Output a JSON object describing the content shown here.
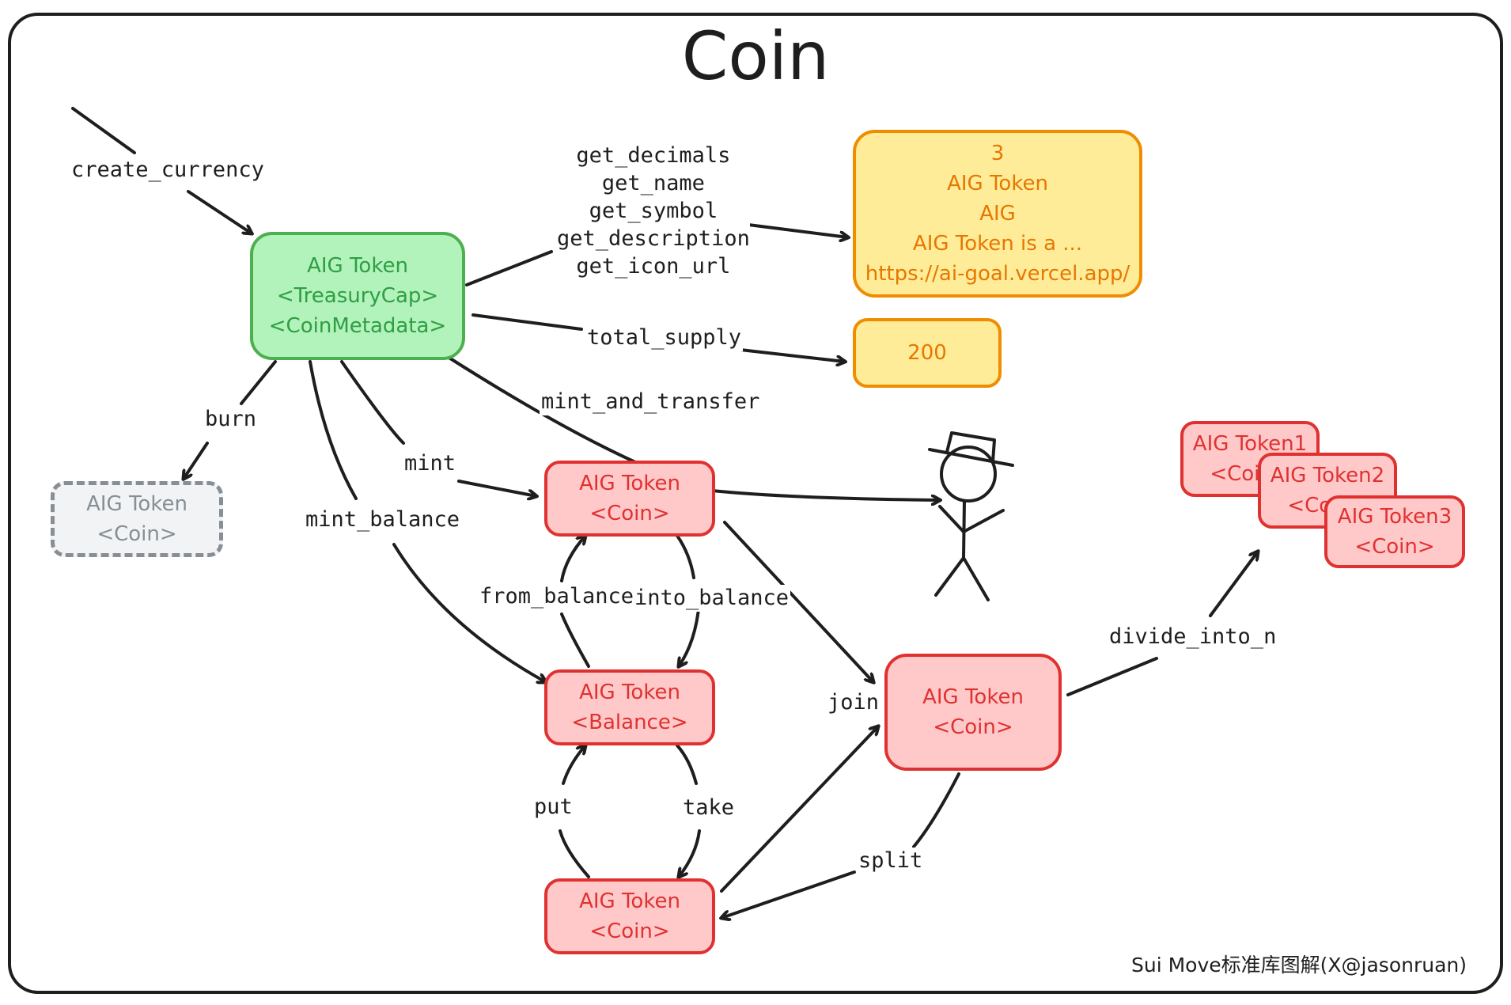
{
  "title": "Coin",
  "nodes": {
    "treasury": [
      "AIG Token",
      "<TreasuryCap>",
      "<CoinMetadata>"
    ],
    "metadata": [
      "3",
      "AIG Token",
      "AIG",
      "AIG Token is a ...",
      "https://ai-goal.vercel.app/"
    ],
    "supply": [
      "200"
    ],
    "burned_coin": [
      "AIG Token",
      "<Coin>"
    ],
    "minted_coin": [
      "AIG Token",
      "<Coin>"
    ],
    "balance": [
      "AIG Token",
      "<Balance>"
    ],
    "bottom_coin": [
      "AIG Token",
      "<Coin>"
    ],
    "joined_coin": [
      "AIG Token",
      "<Coin>"
    ],
    "token1": [
      "AIG Token1",
      "<Coin>"
    ],
    "token2": [
      "AIG Token2",
      "<Coin>"
    ],
    "token3": [
      "AIG Token3",
      "<Coin>"
    ]
  },
  "labels": {
    "create_currency": "create_currency",
    "getters": [
      "get_decimals",
      "get_name",
      "get_symbol",
      "get_description",
      "get_icon_url"
    ],
    "total_supply": "total_supply",
    "mint_and_transfer": "mint_and_transfer",
    "burn": "burn",
    "mint": "mint",
    "mint_balance": "mint_balance",
    "from_balance": "from_balance",
    "into_balance": "into_balance",
    "put": "put",
    "take": "take",
    "join": "join",
    "split": "split",
    "divide_into_n": "divide_into_n"
  },
  "footer": "Sui Move标准库图解(X@jasonruan)",
  "colors": {
    "green_fill": "#b2f2bb",
    "green_stroke": "#4caf50",
    "yellow_fill": "#ffec99",
    "yellow_stroke": "#f08c00",
    "red_fill": "#ffc9c9",
    "red_stroke": "#e03131",
    "grey_fill": "#f1f3f5",
    "grey_stroke": "#868e96"
  }
}
